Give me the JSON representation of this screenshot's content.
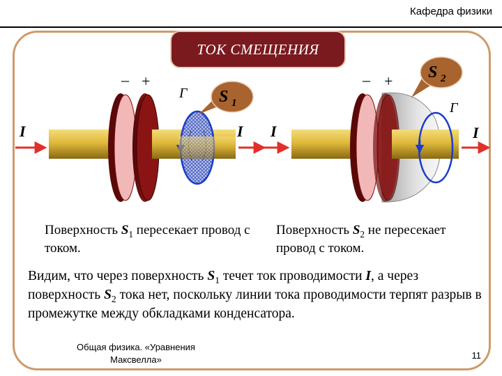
{
  "header": {
    "department": "Кафедра физики"
  },
  "slide": {
    "title": "ТОК СМЕЩЕНИЯ",
    "labels": {
      "minus": "–",
      "plus": "+",
      "gamma": "Г",
      "current": "I",
      "s1_letter": "S",
      "s1_sub": "1",
      "s2_letter": "S",
      "s2_sub": "2"
    },
    "caption_left": {
      "pre": "Поверхность ",
      "s": "S",
      "sub": "1",
      "post": " пересекает провод с током."
    },
    "caption_right": {
      "pre": "Поверхность ",
      "s": "S",
      "sub": "2",
      "post": " не пересекает провод с током."
    },
    "body": {
      "p1": "Видим, что через поверхность ",
      "s1": "S",
      "s1sub": "1",
      "p2": " течет ток проводимости ",
      "i": "I",
      "p3": ", а через поверхность ",
      "s2": "S",
      "s2sub": "2",
      "p4": " тока нет, поскольку линии тока проводимости терпят разрыв в промежутке между обкладками конденсатора."
    }
  },
  "footer": {
    "line1": "Общая физика. «Уравнения",
    "line2": "Максвелла»",
    "page": "11"
  },
  "colors": {
    "plate_dark": "#7a1010",
    "plate_light": "#f2b8b8",
    "wire": "#d9b13a",
    "arrow": "#e0302a",
    "loop": "#1a3ccc",
    "title_bg": "#7a1a1e",
    "frame": "#cf9a6a"
  }
}
